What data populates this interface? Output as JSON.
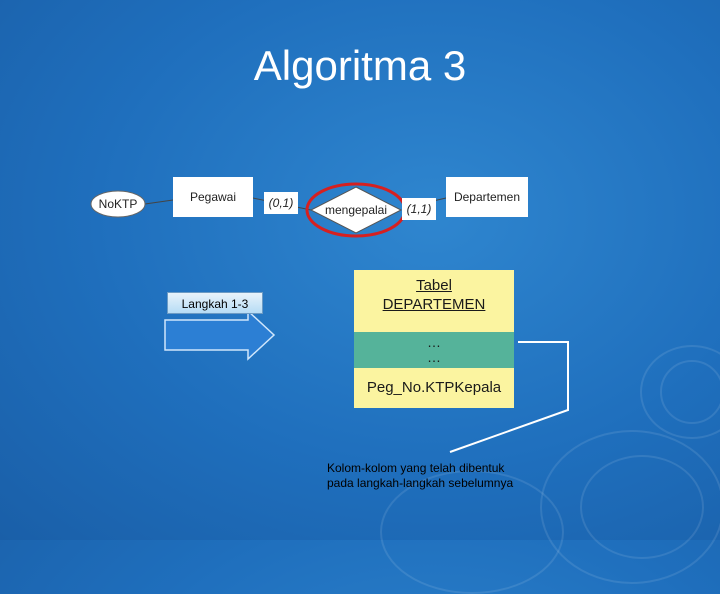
{
  "title": "Algoritma 3",
  "er": {
    "attribute": "NoKTP",
    "entity_left": "Pegawai",
    "cardinality_left": "(0,1)",
    "relationship": "mengepalai",
    "cardinality_right": "(1,1)",
    "entity_right": "Departemen"
  },
  "step_label": "Langkah 1-3",
  "table": {
    "title_line1": "Tabel",
    "title_line2": "DEPARTEMEN",
    "ellipsis_1": "…",
    "ellipsis_2": "…",
    "column": "Peg_No.KTPKepala"
  },
  "note": {
    "line1": "Kolom-kolom yang telah dibentuk",
    "line2": "pada langkah-langkah sebelumnya"
  },
  "colors": {
    "background": "#1f6fbd",
    "table_yellow": "#fbf4a0",
    "table_green": "#55b39a",
    "highlight_red": "#d62020",
    "arrow_blue": "#2c7fd4"
  }
}
